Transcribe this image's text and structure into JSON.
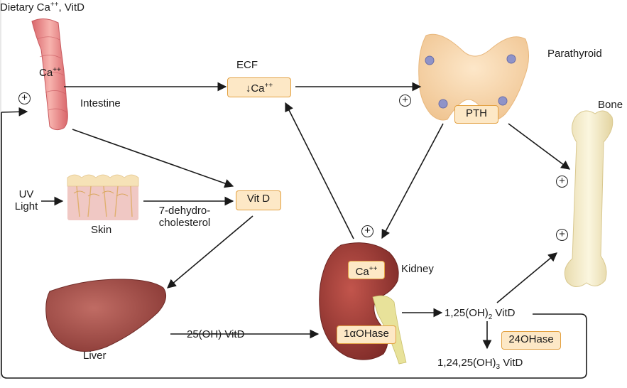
{
  "labels": {
    "dietary_prefix": "Dietary Ca",
    "dietary_sup": "++",
    "dietary_suffix": ", VitD",
    "intestine_ca_main": "Ca",
    "intestine_ca_sup": "++",
    "intestine": "Intestine",
    "ecf": "ECF",
    "ecf_box_main": "↓Ca",
    "ecf_box_sup": "++",
    "parathyroid": "Parathyroid",
    "pth": "PTH",
    "bone": "Bone",
    "uv_line1": "UV",
    "uv_line2": "Light",
    "skin": "Skin",
    "dehydro_line1": "7-dehydro-",
    "dehydro_line2": "cholesterol",
    "vitd_box": "Vit D",
    "kidney": "Kidney",
    "kidney_ca_main": "Ca",
    "kidney_ca_sup": "++",
    "alpha_hydroxylase": "1αOHase",
    "liver": "Liver",
    "oh25_vitd": "25(OH) VitD",
    "dihydroxy_prefix": "1,25(OH)",
    "dihydroxy_sub": "2",
    "dihydroxy_suffix": " VitD",
    "hydroxylase_24": "24OHase",
    "trihydroxy_prefix": "1,24,25(OH)",
    "trihydroxy_sub": "3",
    "trihydroxy_suffix": " VitD"
  },
  "stimulation_symbol": "+",
  "colors": {
    "box_fill": "#fde8c6",
    "box_border": "#e3a142",
    "arrow": "#1a1a1a",
    "intestine": "#e9878a",
    "thyroid": "#f8d9b0",
    "parathyroid_gland": "#8f93c8",
    "bone": "#f4ecc8",
    "liver": "#9e4a45",
    "kidney": "#9b3b36"
  }
}
